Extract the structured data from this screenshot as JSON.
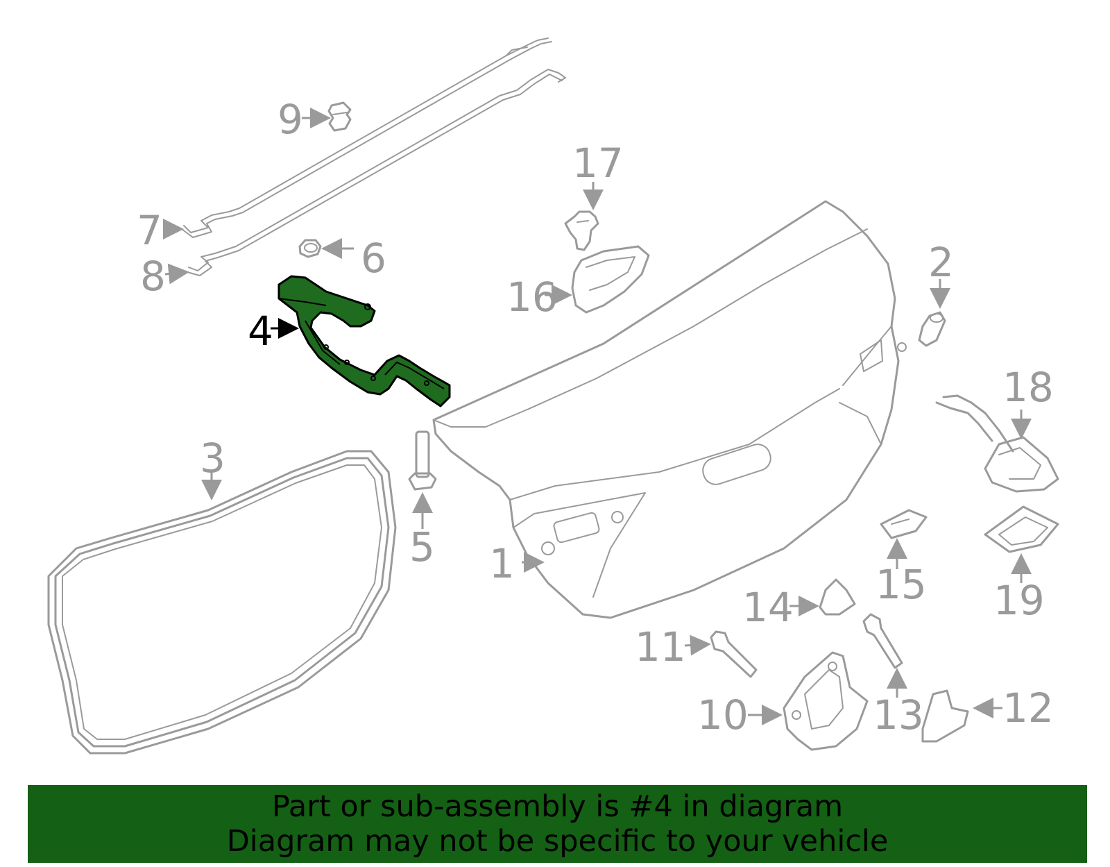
{
  "colors": {
    "highlight_part": "#1f6b1f",
    "highlight_stroke": "#000000",
    "parts": "#9a9a9a",
    "banner": "#146014",
    "banner_text": "#000000"
  },
  "callouts": {
    "c1": "1",
    "c2": "2",
    "c3": "3",
    "c4": "4",
    "c5": "5",
    "c6": "6",
    "c7": "7",
    "c8": "8",
    "c9": "9",
    "c10": "10",
    "c11": "11",
    "c12": "12",
    "c13": "13",
    "c14": "14",
    "c15": "15",
    "c16": "16",
    "c17": "17",
    "c18": "18",
    "c19": "19"
  },
  "highlighted_part": "4",
  "banner": {
    "line1": "Part or sub-assembly is #4 in diagram",
    "line2": "Diagram may not be specific to your vehicle"
  }
}
